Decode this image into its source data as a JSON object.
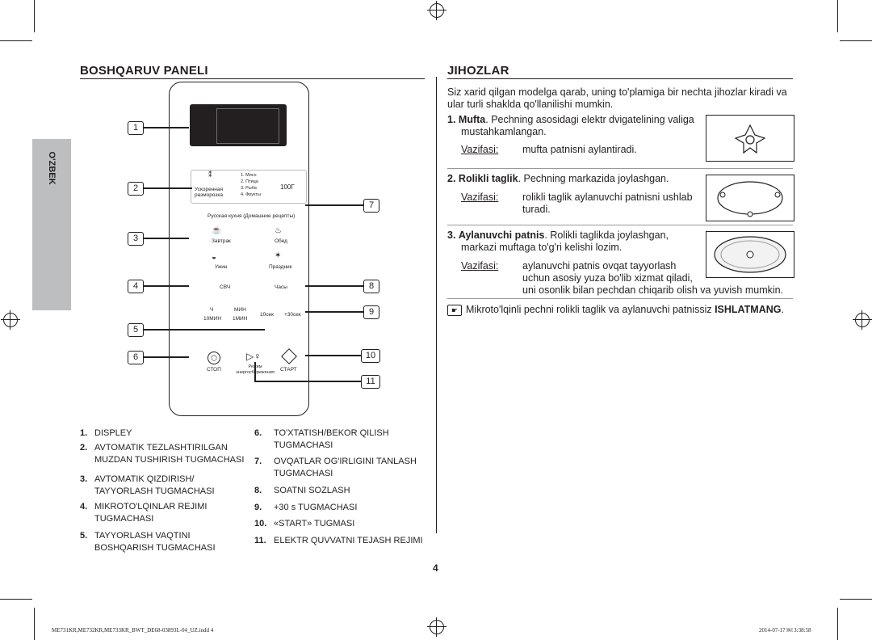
{
  "left_title": "BOSHQARUV PANELI",
  "right_title": "JIHOZLAR",
  "lang_tab": "O'ZBEK",
  "panel": {
    "callouts": [
      "1",
      "2",
      "3",
      "4",
      "5",
      "6",
      "7",
      "8",
      "9",
      "10",
      "11"
    ],
    "auto_defrost_label": "Ускоренная разморозка",
    "auto_defrost_items": [
      "1. Мясо",
      "2. Птица",
      "3. Рыба",
      "4. Фрукты"
    ],
    "weight_label": "100Г",
    "cuisine_label": "Русская кухня (Домашние рецепты)",
    "breakfast": "Завтрак",
    "lunch": "Обед",
    "dinner": "Ужин",
    "holiday": "Праздник",
    "micro": "СВЧ",
    "clock": "Часы",
    "h": "Ч",
    "min": "МИН",
    "10sec": "10сек",
    "plus30": "+30сек",
    "10min": "10МИН",
    "1min": "1МИН",
    "stop": "СТОП",
    "eco": "Режим энергосбережения",
    "start": "СТАРТ"
  },
  "legend_left": [
    {
      "n": "1.",
      "t": [
        "DISPLEY"
      ]
    },
    {
      "n": "2.",
      "t": [
        "AVTOMATIK TEZLASHTIRILGAN",
        "MUZDAN TUSHIRISH TUGMACHASI"
      ]
    },
    {
      "n": "3.",
      "t": [
        "AVTOMATIK QIZDIRISH/",
        "TAYYORLASH TUGMACHASI"
      ]
    },
    {
      "n": "4.",
      "t": [
        "MIKROTO'LQINLAR REJIMI",
        "TUGMACHASI"
      ]
    },
    {
      "n": "5.",
      "t": [
        "TAYYORLASH VAQTINI",
        "BOSHQARISH TUGMACHASI"
      ]
    }
  ],
  "legend_right": [
    {
      "n": "6.",
      "t": [
        "TO'XTATISH/BEKOR QILISH",
        "TUGMACHASI"
      ]
    },
    {
      "n": "7.",
      "t": [
        "OVQATLAR OG'IRLIGINI TANLASH",
        "TUGMACHASI"
      ]
    },
    {
      "n": "8.",
      "t": [
        "SOATNI SOZLASH"
      ]
    },
    {
      "n": "9.",
      "t": [
        "+30 s TUGMACHASI"
      ]
    },
    {
      "n": "10.",
      "t": [
        "«START» TUGMASI"
      ]
    },
    {
      "n": "11.",
      "t": [
        "ELEKTR QUVVATNI TEJASH REJIMI"
      ]
    }
  ],
  "intro": [
    "Siz xarid qilgan modelga qarab, uning to'plamiga bir nechta jihozlar kiradi va",
    "ular turli shaklda qo'llanilishi mumkin."
  ],
  "accessories": [
    {
      "n": "1.",
      "name": "Mufta",
      "desc": ". Pechning asosidagi elektr dvigatelining valiga",
      "desc2": "mustahkamlangan.",
      "vlabel": "Vazifasi:",
      "v": [
        "mufta patnisni aylantiradi."
      ]
    },
    {
      "n": "2.",
      "name": "Rolikli taglik",
      "desc": ". Pechning markazida joylashgan.",
      "desc2": "",
      "vlabel": "Vazifasi:",
      "v": [
        "rolikli taglik aylanuvchi patnisni ushlab",
        "turadi."
      ]
    },
    {
      "n": "3.",
      "name": "Aylanuvchi patnis",
      "desc": ". Rolikli taglikda joylashgan,",
      "desc2": "markazi muftaga to'g'ri kelishi lozim.",
      "vlabel": "Vazifasi:",
      "v": [
        "aylanuvchi patnis ovqat tayyorlash",
        "uchun asosiy yuza bo'lib xizmat qiladi,",
        "uni osonlik bilan pechdan chiqarib olish va yuvish mumkin."
      ]
    }
  ],
  "note": "Mikroto'lqinli pechni rolikli taglik va aylanuvchi patnissiz ",
  "note_bold": "ISHLATMANG",
  "note_end": ".",
  "page_number": "4",
  "footer_left": "ME731KR,ME732KR,ME733KR_BWT_DE68-03893L-04_UZ.indd   4",
  "footer_right": "2014-07-17   ￼ 3:38:58"
}
